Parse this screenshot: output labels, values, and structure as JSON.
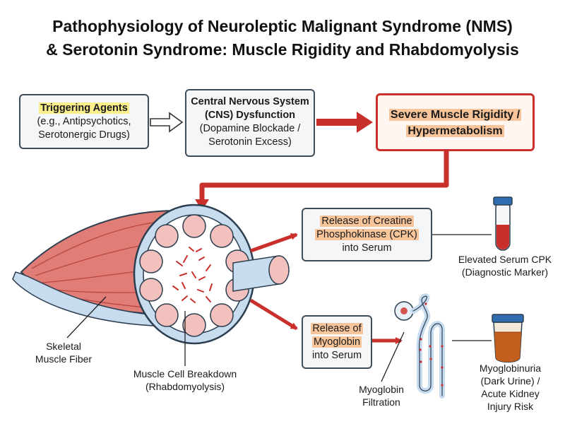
{
  "title": {
    "line1": "Pathophysiology of Neuroleptic Malignant Syndrome (NMS)",
    "line2": "& Serotonin Syndrome: Muscle Rigidity and Rhabdomyolysis"
  },
  "boxes": {
    "trigger": {
      "heading": "Triggering Agents",
      "line2": "(e.g., Antipsychotics,",
      "line3": "Serotonergic Drugs)"
    },
    "cns": {
      "line1": "Central Nervous System",
      "line2": "(CNS) Dysfunction",
      "line3": "(Dopamine Blockade /",
      "line4": "Serotonin Excess)"
    },
    "rigidity": {
      "line1": "Severe Muscle Rigidity /",
      "line2": "Hypermetabolism"
    },
    "cpk": {
      "line1": "Release of Creatine",
      "line2": "Phosphokinase (CPK)",
      "line3": "into Serum"
    },
    "myoglobin": {
      "line1": "Release of",
      "line2": "Myoglobin",
      "line3": "into Serum"
    }
  },
  "labels": {
    "skeletal": {
      "line1": "Skeletal",
      "line2": "Muscle Fiber"
    },
    "breakdown": {
      "line1": "Muscle Cell Breakdown",
      "line2": "(Rhabdomyolysis)"
    },
    "serum_cpk": {
      "line1": "Elevated Serum CPK",
      "line2": "(Diagnostic Marker)"
    },
    "filtration": {
      "line1": "Myoglobin",
      "line2": "Filtration"
    },
    "urine": {
      "line1": "Myoglobinuria",
      "line2": "(Dark Urine) /",
      "line3": "Acute Kidney",
      "line4": "Injury Risk"
    }
  },
  "colors": {
    "arrow_red": "#c9302c",
    "highlight_yellow": "#fbef8c",
    "highlight_orange": "#f8c59b",
    "box_border": "#3d4d5c",
    "muscle_red": "#d9534f",
    "sheath_blue": "#c8dcef"
  }
}
